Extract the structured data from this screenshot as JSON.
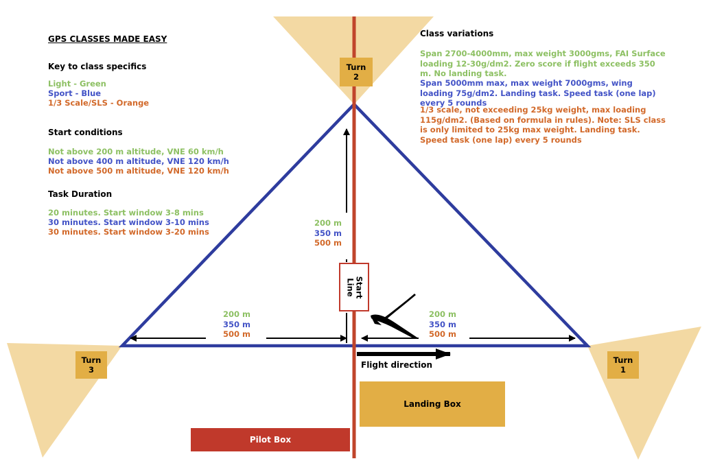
{
  "title": "GPS CLASSES MADE EASY",
  "colors": {
    "light": "#8dc063",
    "sport": "#4353c6",
    "scale": "#d2692a",
    "triangle": "#2e3c9e",
    "centerline": "#c0452b",
    "turn_zone": "#f3d9a3",
    "turn_label": "#e2ae45",
    "landing_box": "#e2ae45",
    "pilot_box": "#c0392b"
  },
  "key": {
    "heading": "Key to class specifics",
    "light": "Light - Green",
    "sport": "Sport - Blue",
    "scale": "1/3 Scale/SLS - Orange"
  },
  "start_conditions": {
    "heading": "Start conditions",
    "light": "Not above 200 m altitude, VNE 60 km/h",
    "sport": "Not above 400 m altitude, VNE 120 km/h",
    "scale": "Not above 500 m altitude, VNE 120 km/h"
  },
  "task_duration": {
    "heading": "Task Duration",
    "light": "20 minutes.  Start window 3-8 mins",
    "sport": "30 minutes.  Start window 3-10 mins",
    "scale": "30 minutes.  Start window 3-20 mins"
  },
  "class_variations": {
    "heading": "Class variations",
    "light": "Span 2700-4000mm, max weight 3000gms, FAI Surface loading 12-30g/dm2.  Zero score if flight exceeds 350 m.  No landing task.",
    "sport": "Span 5000mm max, max weight 7000gms, wing loading 75g/dm2.  Landing task.  Speed task (one lap) every 5 rounds",
    "scale": "1/3 scale, not exceeding 25kg weight, max loading 115g/dm2. (Based on formula in rules).  Note: SLS class is only limited to 25kg max weight.  Landing task.  Speed task (one lap) every 5 rounds"
  },
  "distances": {
    "light": "200 m",
    "sport": "350 m",
    "scale": "500 m"
  },
  "turns": {
    "turn1": {
      "word": "Turn",
      "number": "1"
    },
    "turn2": {
      "word": "Turn",
      "number": "2"
    },
    "turn3": {
      "word": "Turn",
      "number": "3"
    }
  },
  "start_line": {
    "line1": "Start",
    "line2": "Line"
  },
  "flight_direction": "Flight direction",
  "landing_box": "Landing Box",
  "pilot_box": "Pilot Box"
}
